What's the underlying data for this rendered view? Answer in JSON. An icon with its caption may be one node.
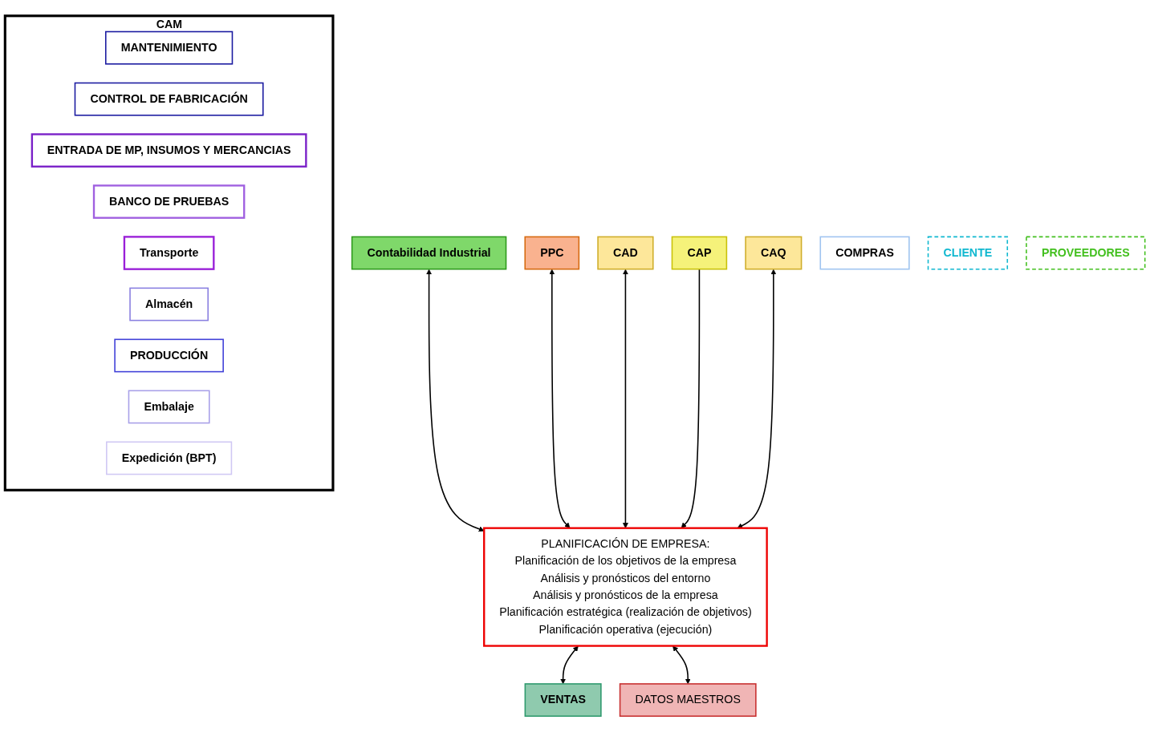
{
  "diagram": {
    "nodes": [
      {
        "text": [
          "Contabilidad Industrial"
        ]
      },
      {
        "text": [
          "PPC"
        ]
      },
      {
        "text": [
          "CAD"
        ]
      },
      {
        "text": [
          "CAP"
        ]
      },
      {
        "text": [
          "CAQ"
        ]
      },
      {
        "text": [
          "COMPRAS"
        ]
      },
      {
        "text": [
          "PLANIFICACIÓN DE EMPRESA:",
          "Planificación de los objetivos de la empresa",
          "Análisis y pronósticos del entorno",
          "Análisis y pronósticos de la empresa",
          "Planificación estratégica (realización de objetivos)",
          "Planificación operativa (ejecución)"
        ]
      },
      {
        "text": [
          "VENTAS"
        ]
      },
      {
        "text": [
          "CLIENTE"
        ]
      },
      {
        "text": [
          "DATOS MAESTROS"
        ]
      },
      {
        "text": [
          "PROVEEDORES"
        ]
      },
      {
        "text": [
          "CAM"
        ]
      },
      {
        "text": [
          "MANTENIMIENTO"
        ],
        "in": 11
      },
      {
        "text": [
          "CONTROL DE FABRICACIÓN"
        ],
        "in": 11
      },
      {
        "text": [
          "ENTRADA DE MP, INSUMOS Y MERCANCIAS"
        ],
        "in": 11
      },
      {
        "text": [
          "BANCO DE PRUEBAS"
        ],
        "in": 11
      },
      {
        "text": [
          "Transporte"
        ],
        "in": 11
      },
      {
        "text": [
          "Almacén"
        ],
        "in": 11
      },
      {
        "text": [
          "PRODUCCIÓN"
        ],
        "in": 11
      },
      {
        "text": [
          "Embalaje"
        ],
        "in": 11
      },
      {
        "text": [
          "Expedición (BPT)"
        ],
        "in": 11
      }
    ],
    "edges": [
      {
        "from": 0,
        "to": 6,
        "arrow": "both"
      },
      {
        "from": 1,
        "to": 6,
        "arrow": "both"
      },
      {
        "from": 2,
        "to": 6,
        "arrow": "both"
      },
      {
        "from": 3,
        "to": 6,
        "arrow": "to"
      },
      {
        "from": 4,
        "to": 6,
        "arrow": "both"
      },
      {
        "from": 6,
        "to": 7,
        "arrow": "both"
      },
      {
        "from": 6,
        "to": 9,
        "arrow": "both"
      }
    ]
  }
}
